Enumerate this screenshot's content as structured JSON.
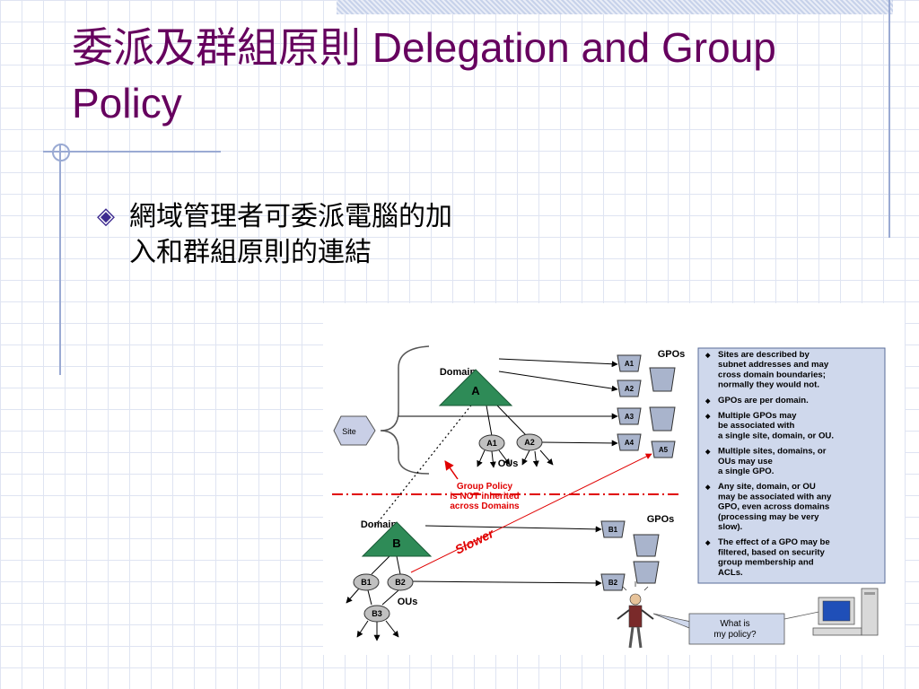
{
  "slide": {
    "title_zh": "委派及群組原則",
    "title_en": "Delegation and Group Policy",
    "bullet_glyph": "◈",
    "bullet": "網域管理者可委派電腦的加入和群組原則的連結"
  },
  "colors": {
    "title": "#66005e",
    "bullet": "#3d2a8f",
    "triangle": "#2e8b57",
    "ou_node": "#c0c0c0",
    "gpo": "#a9b4cc",
    "notes_panel": "#cfd8ec",
    "annotation": "#e00000"
  },
  "diagram": {
    "site": "Site",
    "domain_a": {
      "label": "Domain",
      "letter": "A"
    },
    "domain_b": {
      "label": "Domain",
      "letter": "B"
    },
    "ou_a": [
      "A1",
      "A2"
    ],
    "ou_b": [
      "B1",
      "B2",
      "B3"
    ],
    "ous_label": "OUs",
    "gpos_label": "GPOs",
    "gpo_a": [
      "A1",
      "A2",
      "A3",
      "A4",
      "A5"
    ],
    "gpo_b": [
      "B1",
      "B2"
    ],
    "not_inherited": [
      "Group Policy",
      "is NOT inherited",
      "across Domains"
    ],
    "slower": "Slower",
    "bubble": [
      "What is",
      "my policy?"
    ],
    "notes": [
      [
        "Sites are described by",
        "subnet addresses and may",
        "cross domain boundaries;",
        "normally they would not."
      ],
      [
        "GPOs are per domain."
      ],
      [
        "Multiple GPOs may",
        "be associated with",
        "a single site, domain, or OU."
      ],
      [
        "Multiple sites, domains, or",
        "OUs may use",
        "a single GPO."
      ],
      [
        "Any site, domain, or OU",
        "may be associated with any",
        "GPO, even across domains",
        "(processing may be very",
        "slow)."
      ],
      [
        "The effect of a GPO may be",
        "filtered, based on security",
        "group membership and",
        "ACLs."
      ]
    ]
  }
}
